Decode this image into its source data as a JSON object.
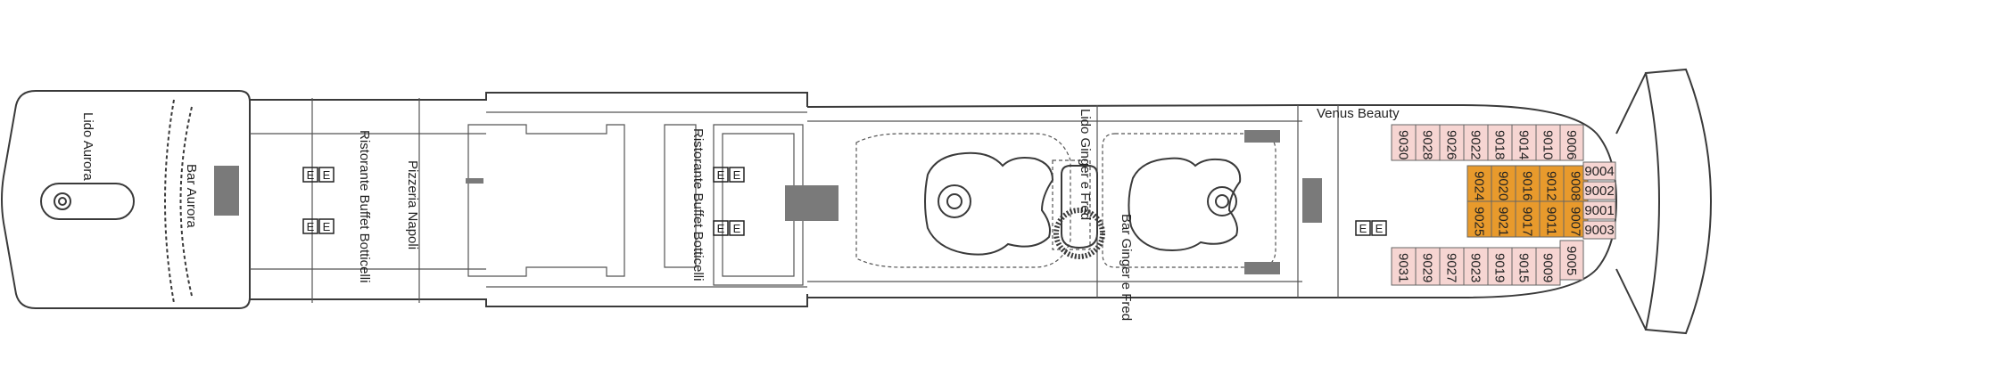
{
  "colors": {
    "hull": "#3a3a3a",
    "line": "#555555",
    "inside_cabin": "#f6d5d2",
    "balcony_cabin": "#e89a2c",
    "stairs": "#7a7a7a",
    "background": "#ffffff"
  },
  "venues": {
    "lido_aurora": "Lido Aurora",
    "bar_aurora": "Bar Aurora",
    "ristorante_buffet_botticelli_a": "Ristorante Buffet Botticelli",
    "pizzeria_napoli": "Pizzeria Napoli",
    "ristorante_buffet_botticelli_b": "Ristorante Buffet Botticelli",
    "lido_ginger": "Lido Ginger e Fred",
    "bar_ginger": "Bar Ginger e Fred",
    "venus_beauty": "Venus Beauty"
  },
  "elevator_label": "E",
  "cabins": {
    "row1": [
      "9030",
      "9028",
      "9026",
      "9022",
      "9018",
      "9014",
      "9010"
    ],
    "row2": [
      "9024",
      "9020",
      "9016",
      "9012",
      "9008"
    ],
    "row3": [
      "9025",
      "9021",
      "9017",
      "9011",
      "9007"
    ],
    "row4": [
      "9031",
      "9029",
      "9027",
      "9023",
      "9019",
      "9015",
      "9009"
    ],
    "bow": [
      "9006",
      "9004",
      "9002",
      "9001",
      "9003",
      "9005"
    ]
  }
}
